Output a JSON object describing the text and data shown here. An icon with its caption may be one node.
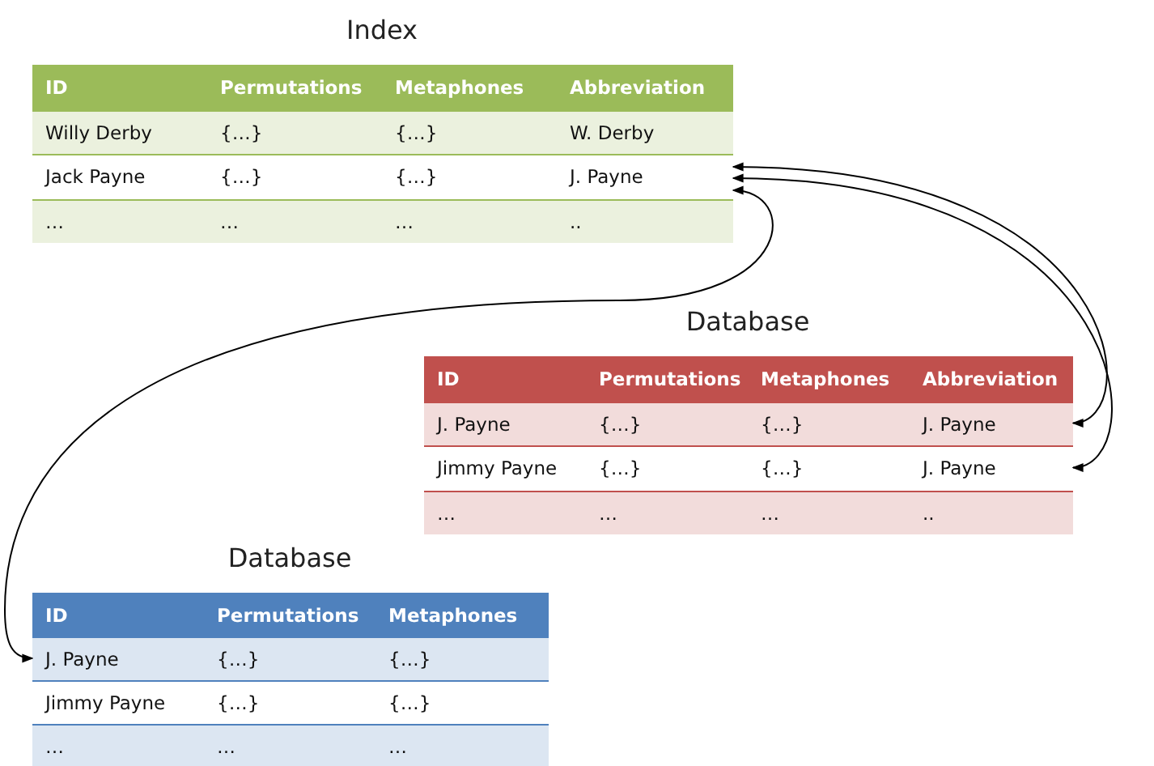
{
  "diagram": {
    "nodes": [
      {
        "text": [
          "Index"
        ]
      },
      {
        "text": [
          "ID"
        ],
        "in": 0
      },
      {
        "text": [
          "Permutations"
        ],
        "in": 0
      },
      {
        "text": [
          "Metaphones"
        ],
        "in": 0
      },
      {
        "text": [
          "Abbreviation"
        ],
        "in": 0
      },
      {
        "text": [
          "Willy Derby"
        ],
        "in": 0
      },
      {
        "text": [
          "{…}"
        ],
        "in": 0
      },
      {
        "text": [
          "{…}"
        ],
        "in": 0
      },
      {
        "text": [
          "W. Derby"
        ],
        "in": 0
      },
      {
        "text": [
          "Jack Payne"
        ],
        "in": 0
      },
      {
        "text": [
          "{…}"
        ],
        "in": 0
      },
      {
        "text": [
          "{…}"
        ],
        "in": 0
      },
      {
        "text": [
          "J. Payne"
        ],
        "in": 0
      },
      {
        "text": [
          "…"
        ],
        "in": 0
      },
      {
        "text": [
          "…"
        ],
        "in": 0
      },
      {
        "text": [
          "…"
        ],
        "in": 0
      },
      {
        "text": [
          ".."
        ],
        "in": 0
      },
      {
        "text": [
          "Database"
        ]
      },
      {
        "text": [
          "ID"
        ],
        "in": 17
      },
      {
        "text": [
          "Permutations"
        ],
        "in": 17
      },
      {
        "text": [
          "Metaphones"
        ],
        "in": 17
      },
      {
        "text": [
          "Abbreviation"
        ],
        "in": 17
      },
      {
        "text": [
          "J. Payne"
        ],
        "in": 17
      },
      {
        "text": [
          "{…}"
        ],
        "in": 17
      },
      {
        "text": [
          "{…}"
        ],
        "in": 17
      },
      {
        "text": [
          "J. Payne"
        ],
        "in": 17
      },
      {
        "text": [
          "Jimmy Payne"
        ],
        "in": 17
      },
      {
        "text": [
          "{…}"
        ],
        "in": 17
      },
      {
        "text": [
          "{…}"
        ],
        "in": 17
      },
      {
        "text": [
          "J. Payne"
        ],
        "in": 17
      },
      {
        "text": [
          "…"
        ],
        "in": 17
      },
      {
        "text": [
          "…"
        ],
        "in": 17
      },
      {
        "text": [
          "…"
        ],
        "in": 17
      },
      {
        "text": [
          ".."
        ],
        "in": 17
      },
      {
        "text": [
          "Database"
        ]
      },
      {
        "text": [
          "ID"
        ],
        "in": 34
      },
      {
        "text": [
          "Permutations"
        ],
        "in": 34
      },
      {
        "text": [
          "Metaphones"
        ],
        "in": 34
      },
      {
        "text": [
          "J. Payne"
        ],
        "in": 34
      },
      {
        "text": [
          "{…}"
        ],
        "in": 34
      },
      {
        "text": [
          "{…}"
        ],
        "in": 34
      },
      {
        "text": [
          "Jimmy Payne"
        ],
        "in": 34
      },
      {
        "text": [
          "{…}"
        ],
        "in": 34
      },
      {
        "text": [
          "{…}"
        ],
        "in": 34
      },
      {
        "text": [
          "…"
        ],
        "in": 34
      },
      {
        "text": [
          "…"
        ],
        "in": 34
      },
      {
        "text": [
          "…"
        ],
        "in": 34
      }
    ],
    "edges": [
      {
        "from": 12,
        "to": 38,
        "arrow": "both"
      },
      {
        "from": 12,
        "to": 25,
        "arrow": "both"
      },
      {
        "from": 12,
        "to": 29,
        "arrow": "both"
      }
    ]
  }
}
